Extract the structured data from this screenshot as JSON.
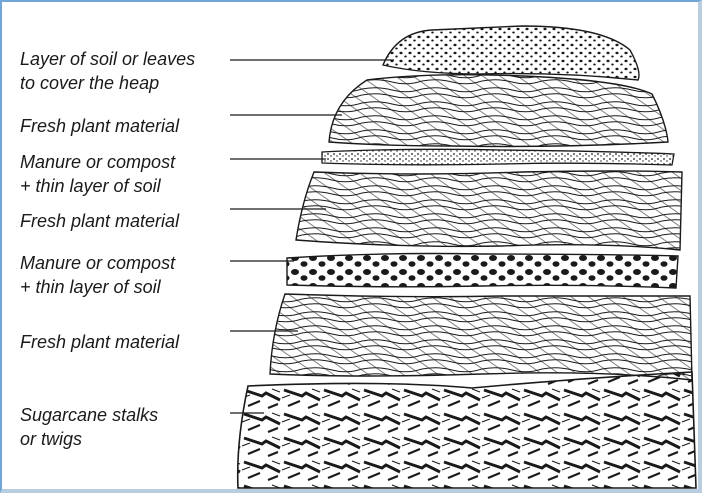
{
  "layers": [
    {
      "id": "soil-cover",
      "lines": [
        "Layer of soil or leaves",
        "to cover the heap"
      ],
      "pattern": "dots"
    },
    {
      "id": "fresh-1",
      "lines": [
        "Fresh plant material"
      ],
      "pattern": "fibers"
    },
    {
      "id": "manure-1",
      "lines": [
        "Manure or compost",
        "+ thin layer of soil"
      ],
      "pattern": "speckle"
    },
    {
      "id": "fresh-2",
      "lines": [
        "Fresh plant material"
      ],
      "pattern": "fibers"
    },
    {
      "id": "manure-2",
      "lines": [
        "Manure or compost",
        "+ thin layer of soil"
      ],
      "pattern": "blobs"
    },
    {
      "id": "fresh-3",
      "lines": [
        "Fresh plant material"
      ],
      "pattern": "fibers"
    },
    {
      "id": "base",
      "lines": [
        "Sugarcane stalks",
        "or twigs"
      ],
      "pattern": "stalks"
    }
  ],
  "colors": {
    "ink": "#1a1a1a",
    "frame": "#6fa6d6",
    "paper": "#ffffff"
  }
}
